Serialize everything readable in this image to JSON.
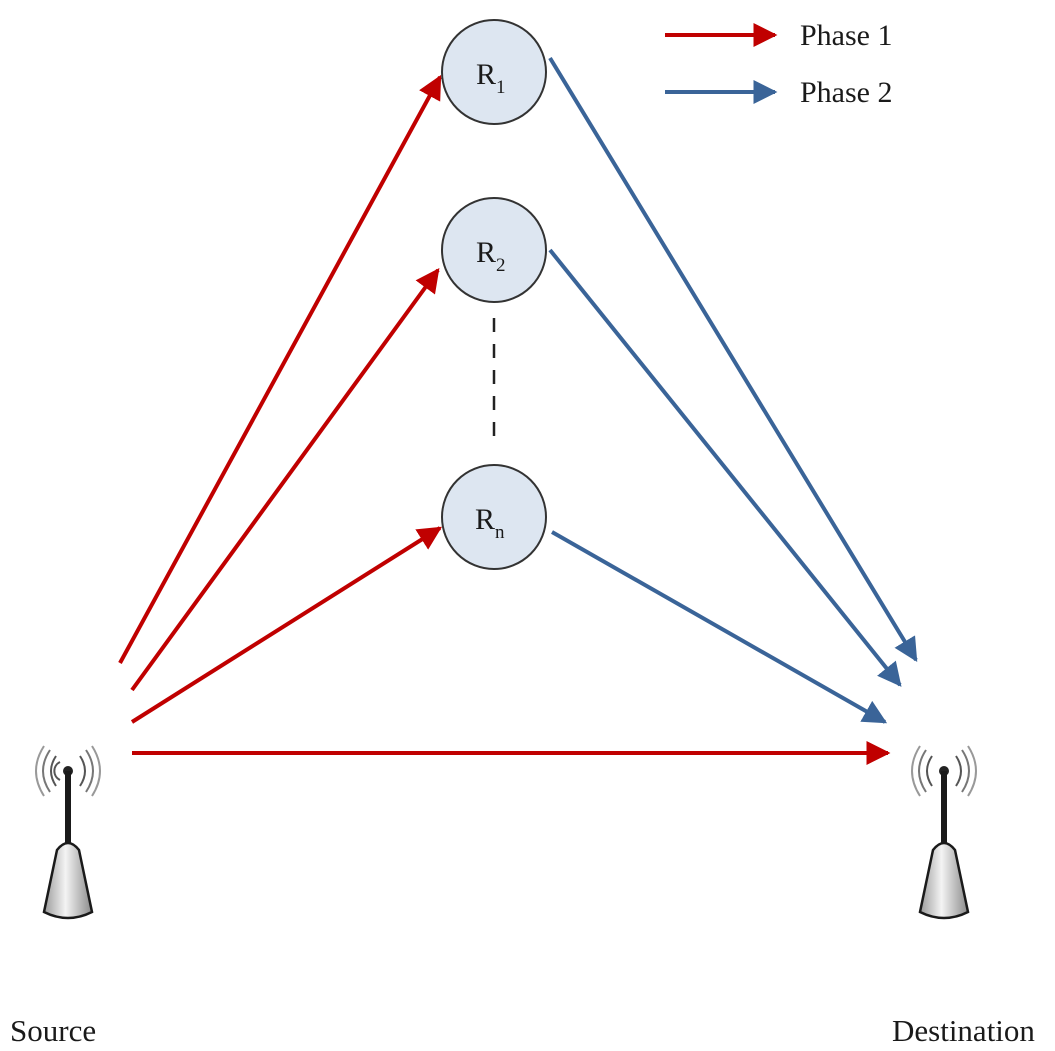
{
  "colors": {
    "phase1": "#c00000",
    "phase2": "#3a6498",
    "relay_fill": "#dde6f1",
    "relay_stroke": "#333333"
  },
  "legend": {
    "phase1_label": "Phase 1",
    "phase2_label": "Phase 2"
  },
  "relays": [
    {
      "id": "r1",
      "letter": "R",
      "subscript": "1"
    },
    {
      "id": "r2",
      "letter": "R",
      "subscript": "2"
    },
    {
      "id": "rn",
      "letter": "R",
      "subscript": "n"
    }
  ],
  "nodes": {
    "source_label": "Source",
    "destination_label": "Destination"
  },
  "icons": {
    "source": "antenna-tower-icon",
    "destination": "antenna-tower-icon"
  }
}
